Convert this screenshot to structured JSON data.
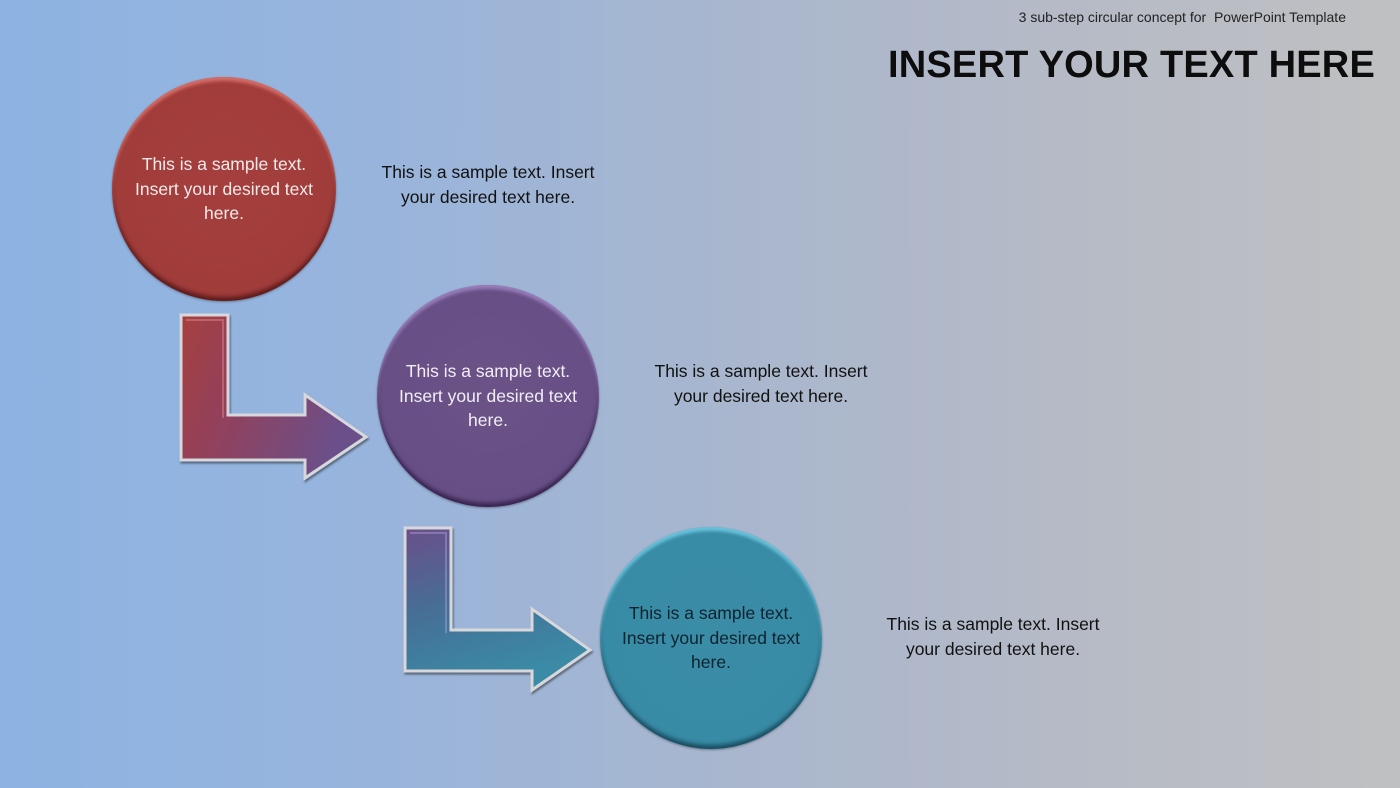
{
  "header": {
    "subtitle": "3 sub-step circular concept for  PowerPoint Template",
    "title": "INSERT YOUR TEXT HERE"
  },
  "steps": [
    {
      "circle_text": "This is a sample text. Insert your desired text here.",
      "side_text": "This is a sample text. Insert your desired text here.",
      "color": "#a03c3a"
    },
    {
      "circle_text": "This is a sample text. Insert your desired text here.",
      "side_text": "This is a sample text. Insert your desired text here.",
      "color": "#674f85"
    },
    {
      "circle_text": "This is a sample text. Insert your desired text here.",
      "side_text": "This is a sample text. Insert your desired text here.",
      "color": "#388ba5"
    }
  ],
  "arrows": [
    {
      "from_color": "#a63f3f",
      "to_color": "#6a508a",
      "icon": "l-shaped-arrow-right"
    },
    {
      "from_color": "#6a4f8a",
      "to_color": "#3a8ba6",
      "icon": "l-shaped-arrow-right"
    }
  ],
  "background": {
    "left_color": "#8db3e2",
    "right_color": "#bfc0c2"
  }
}
